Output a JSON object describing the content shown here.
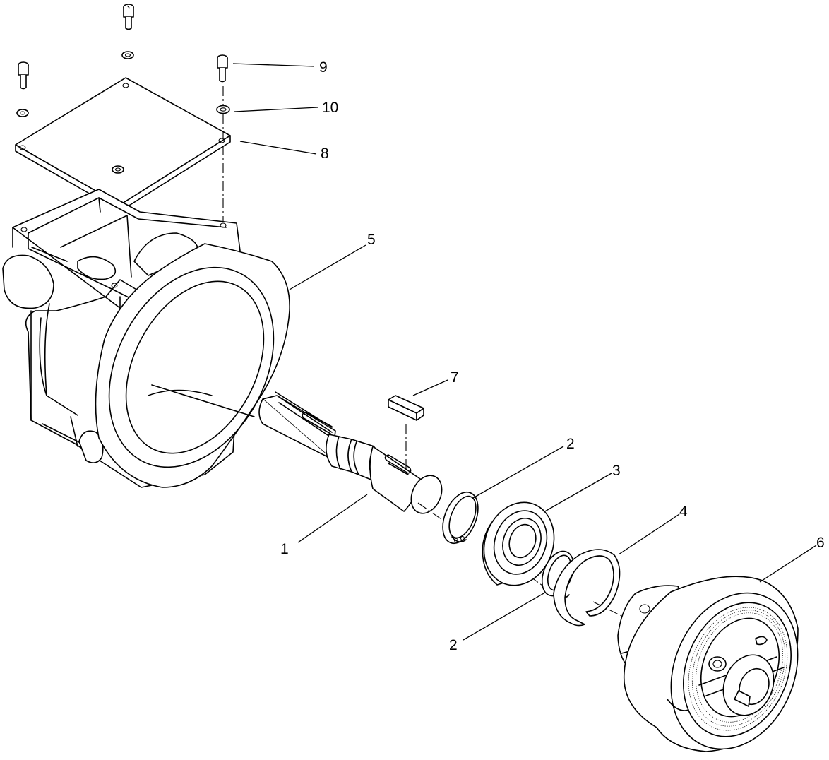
{
  "diagram": {
    "callouts": [
      {
        "id": "c1",
        "label": "1"
      },
      {
        "id": "c2a",
        "label": "2"
      },
      {
        "id": "c2b",
        "label": "2"
      },
      {
        "id": "c3",
        "label": "3"
      },
      {
        "id": "c4",
        "label": "4"
      },
      {
        "id": "c5",
        "label": "5"
      },
      {
        "id": "c6",
        "label": "6"
      },
      {
        "id": "c7",
        "label": "7"
      },
      {
        "id": "c8",
        "label": "8"
      },
      {
        "id": "c9",
        "label": "9"
      },
      {
        "id": "c10",
        "label": "10"
      }
    ]
  }
}
